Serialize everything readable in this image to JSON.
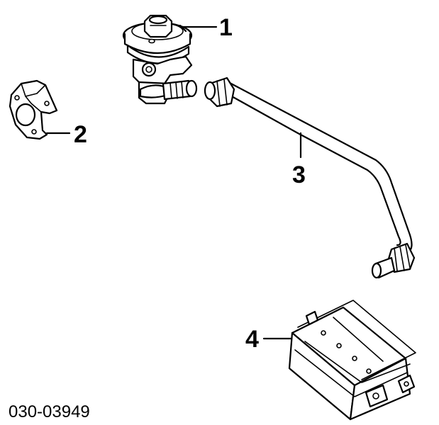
{
  "diagram": {
    "part_number": "030-03949",
    "callouts": [
      {
        "id": "1",
        "label": "1"
      },
      {
        "id": "2",
        "label": "2"
      },
      {
        "id": "3",
        "label": "3"
      },
      {
        "id": "4",
        "label": "4"
      }
    ]
  }
}
